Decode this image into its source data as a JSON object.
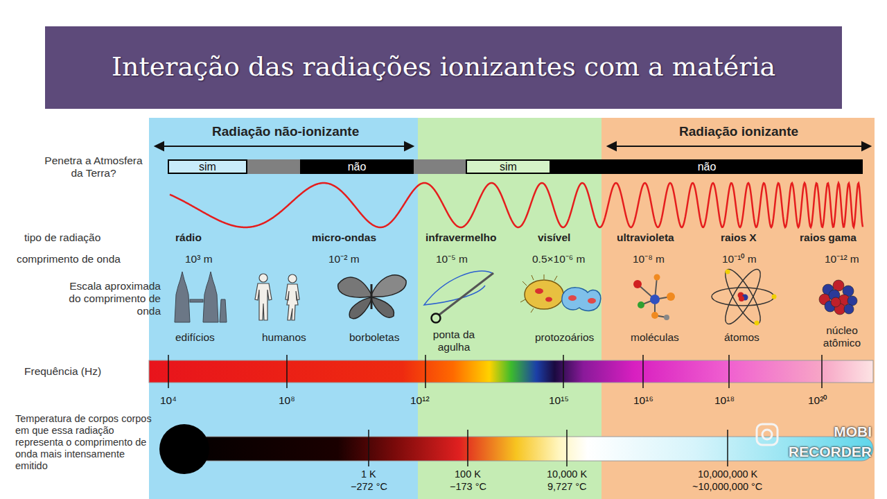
{
  "diagram": {
    "title": "Interação das radiações ionizantes com a matéria",
    "nodes": [
      {
        "text": [
          "sim"
        ]
      },
      {
        "text": [
          "não"
        ]
      },
      {
        "text": [
          "sim"
        ]
      },
      {
        "text": [
          "não"
        ]
      }
    ],
    "labels": [
      "Radiação não-ionizante",
      "Radiação ionizante",
      "Penetra a Atmosfera da Terra?",
      "tipo de radiação",
      "rádio",
      "micro-ondas",
      "infravermelho",
      "visível",
      "ultravioleta",
      "raios X",
      "raios gama",
      "comprimento de onda",
      "10³ m",
      "10⁻² m",
      "10⁻⁵ m",
      "0.5×10⁻⁶ m",
      "10⁻⁸ m",
      "10⁻¹⁰ m",
      "10⁻¹² m",
      "Escala aproximada do comprimento de onda",
      "edifícios",
      "humanos",
      "borboletas",
      "ponta da agulha",
      "protozoários",
      "moléculas",
      "átomos",
      "núcleo atômico",
      "Frequência (Hz)",
      "10⁴",
      "10⁸",
      "10¹²",
      "10¹⁵",
      "10¹⁶",
      "10¹⁸",
      "10²⁰",
      "Temperatura de corpos corpos em que essa radiação representa o comprimento de onda mais intensamente emitido",
      "1 K",
      "−272 °C",
      "100 K",
      "−173 °C",
      "10,000 K",
      "9,727 °C",
      "10,000,000 K",
      "~10,000,000 °C",
      "MOBI RECORDER"
    ]
  }
}
